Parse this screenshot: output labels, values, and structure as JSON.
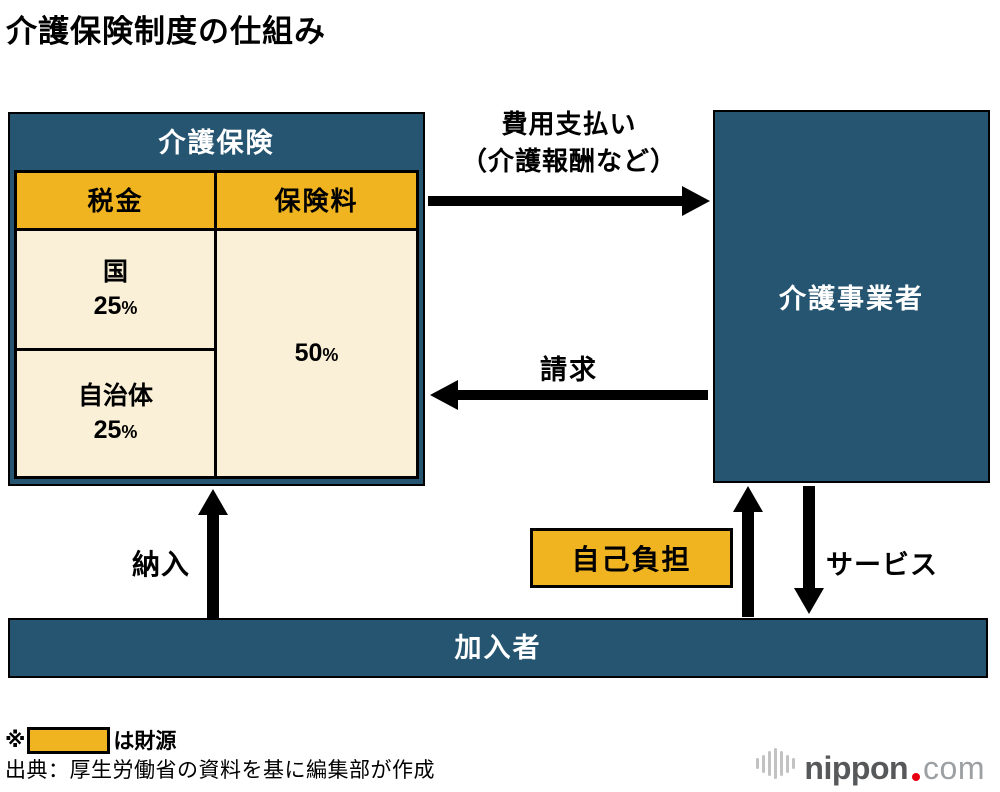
{
  "title": "介護保険制度の仕組み",
  "colors": {
    "navy": "#265571",
    "gold": "#EFB420",
    "cream": "#FAF0D8",
    "black": "#000000",
    "logo_red": "#E60012"
  },
  "insurance_box": {
    "label": "介護保険",
    "columns": [
      {
        "header": "税金",
        "rows": [
          {
            "name": "国",
            "value": "25",
            "unit": "%"
          },
          {
            "name": "自治体",
            "value": "25",
            "unit": "%"
          }
        ]
      },
      {
        "header": "保険料",
        "rows": [
          {
            "name": "",
            "value": "50",
            "unit": "%"
          }
        ]
      }
    ]
  },
  "provider_box": {
    "label": "介護事業者"
  },
  "members_box": {
    "label": "加入者"
  },
  "self_pay_box": {
    "label": "自己負担"
  },
  "arrows": {
    "payment": {
      "label_line1": "費用支払い",
      "label_line2": "（介護報酬など）"
    },
    "claim": {
      "label": "請求"
    },
    "contribution": {
      "label": "納入"
    },
    "service": {
      "label": "サービス"
    }
  },
  "footnote": {
    "prefix": "※",
    "swatch_note": "は財源",
    "source": "出典：厚生労働省の資料を基に編集部が作成"
  },
  "logo": {
    "brand": "nippon",
    "dot": ".",
    "tld": "com"
  }
}
